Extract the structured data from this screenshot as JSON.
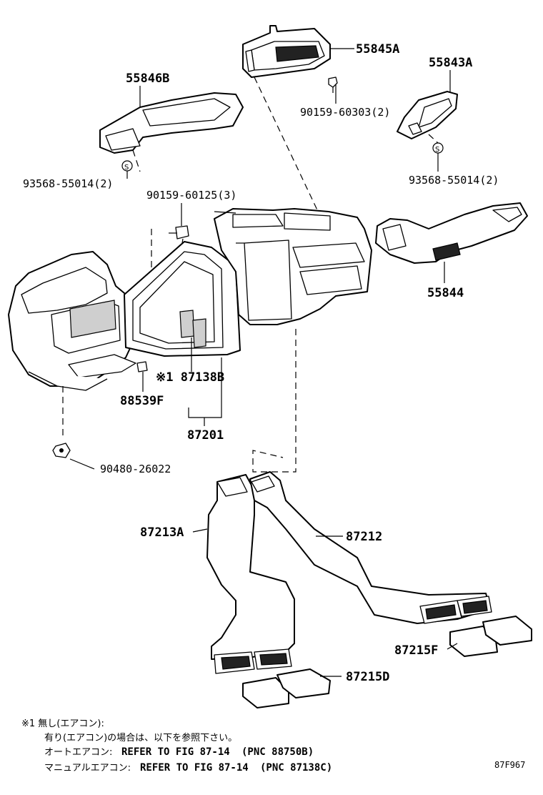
{
  "parts": {
    "p55845A": "55845A",
    "p55843A": "55843A",
    "p55846B": "55846B",
    "p90159_60303": "90159-60303(2)",
    "p93568_55014_right": "93568-55014(2)",
    "p93568_55014_left": "93568-55014(2)",
    "p90159_60125": "90159-60125(3)",
    "p55844": "55844",
    "p87138B": "※1 87138B",
    "p88539F": "88539F",
    "p87201": "87201",
    "p90480_26022": "90480-26022",
    "p87213A": "87213A",
    "p87212": "87212",
    "p87215F": "87215F",
    "p87215D": "87215D"
  },
  "notes": {
    "line1": "※1 無し(エアコン):",
    "line2": "有り(エアコン)の場合は、以下を参照下さい。",
    "line3_jp": "オートエアコン:",
    "line3_ref": "REFER TO FIG 87-14",
    "line3_pnc": "(PNC 88750B)",
    "line4_jp": "マニュアルエアコン:",
    "line4_ref": "REFER TO FIG 87-14",
    "line4_pnc": "(PNC 87138C)"
  },
  "figure_code": "87F967"
}
